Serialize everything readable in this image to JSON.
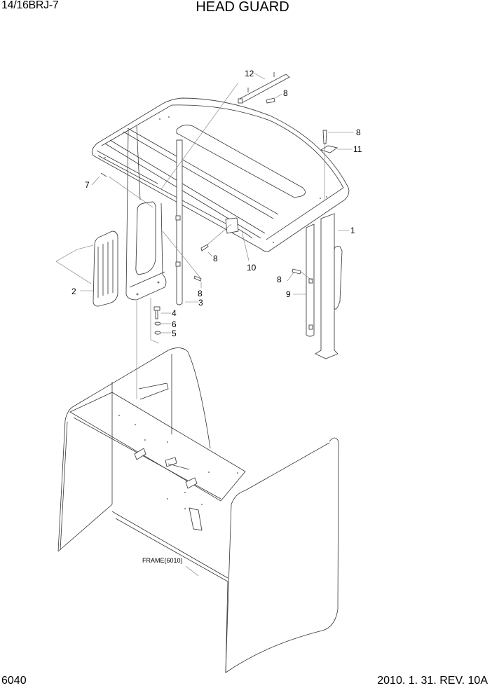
{
  "header": {
    "model": "14/16BRJ-7",
    "title": "HEAD GUARD"
  },
  "footer": {
    "page_number": "6040",
    "revision": "2010. 1. 31. REV. 10A"
  },
  "diagram": {
    "reference_label": "FRAME(6010)",
    "callouts": [
      {
        "id": "c12",
        "label": "12"
      },
      {
        "id": "c8a",
        "label": "8"
      },
      {
        "id": "c8b",
        "label": "8"
      },
      {
        "id": "c11",
        "label": "11"
      },
      {
        "id": "c7",
        "label": "7"
      },
      {
        "id": "c1",
        "label": "1"
      },
      {
        "id": "c8c",
        "label": "8"
      },
      {
        "id": "c10",
        "label": "10"
      },
      {
        "id": "c8d",
        "label": "8"
      },
      {
        "id": "c9",
        "label": "9"
      },
      {
        "id": "c2",
        "label": "2"
      },
      {
        "id": "c8e",
        "label": "8"
      },
      {
        "id": "c3",
        "label": "3"
      },
      {
        "id": "c4",
        "label": "4"
      },
      {
        "id": "c6",
        "label": "6"
      },
      {
        "id": "c5",
        "label": "5"
      }
    ]
  }
}
